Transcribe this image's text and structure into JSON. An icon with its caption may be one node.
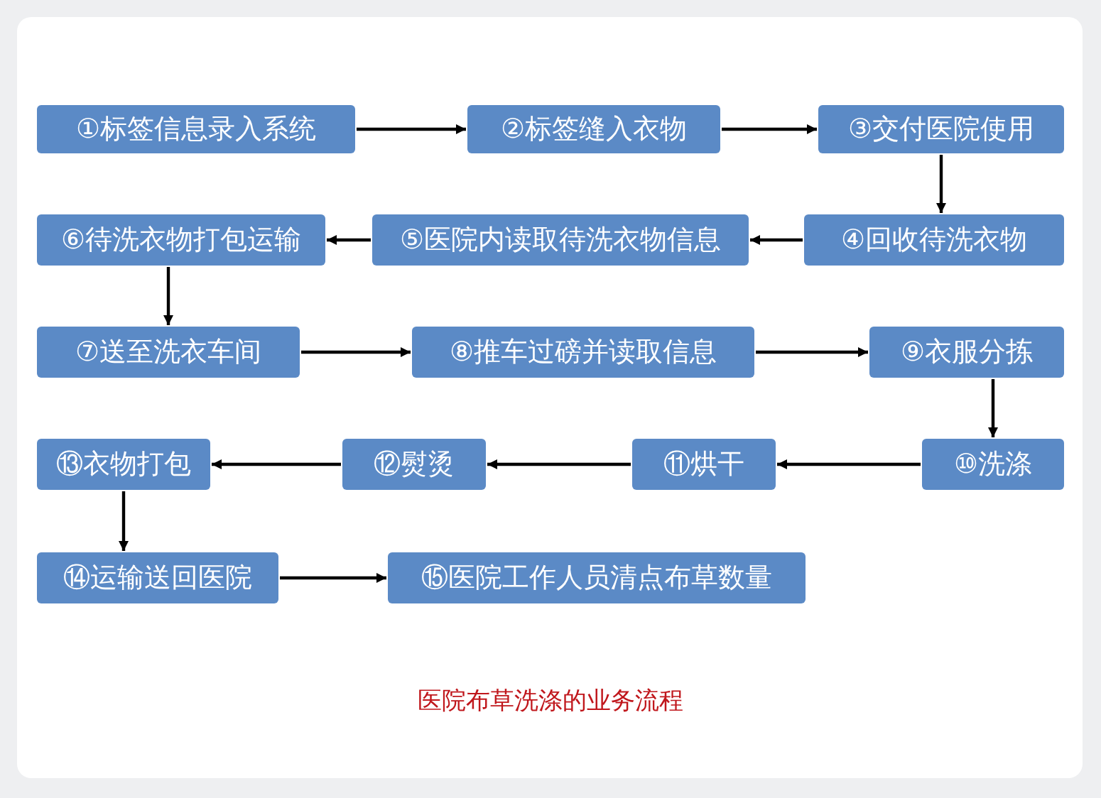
{
  "diagram": {
    "caption": "医院布草洗涤的业务流程",
    "nodes": [
      {
        "text": [
          "①标签信息录入系统"
        ]
      },
      {
        "text": [
          "②标签缝入衣物"
        ]
      },
      {
        "text": [
          "③交付医院使用"
        ]
      },
      {
        "text": [
          "④回收待洗衣物"
        ]
      },
      {
        "text": [
          "⑤医院内读取待洗衣物信息"
        ]
      },
      {
        "text": [
          "⑥待洗衣物打包运输"
        ]
      },
      {
        "text": [
          "⑦送至洗衣车间"
        ]
      },
      {
        "text": [
          "⑧推车过磅并读取信息"
        ]
      },
      {
        "text": [
          "⑨衣服分拣"
        ]
      },
      {
        "text": [
          "⑩洗涤"
        ]
      },
      {
        "text": [
          "⑪烘干"
        ]
      },
      {
        "text": [
          "⑫熨烫"
        ]
      },
      {
        "text": [
          "⑬衣物打包"
        ]
      },
      {
        "text": [
          "⑭运输送回医院"
        ]
      },
      {
        "text": [
          "⑮医院工作人员清点布草数量"
        ]
      }
    ],
    "edges": [
      {
        "from": 0,
        "to": 1,
        "arrow": "to"
      },
      {
        "from": 1,
        "to": 2,
        "arrow": "to"
      },
      {
        "from": 2,
        "to": 3,
        "arrow": "to"
      },
      {
        "from": 3,
        "to": 4,
        "arrow": "to"
      },
      {
        "from": 4,
        "to": 5,
        "arrow": "to"
      },
      {
        "from": 5,
        "to": 6,
        "arrow": "to"
      },
      {
        "from": 6,
        "to": 7,
        "arrow": "to"
      },
      {
        "from": 7,
        "to": 8,
        "arrow": "to"
      },
      {
        "from": 8,
        "to": 9,
        "arrow": "to"
      },
      {
        "from": 9,
        "to": 10,
        "arrow": "to"
      },
      {
        "from": 10,
        "to": 11,
        "arrow": "to"
      },
      {
        "from": 11,
        "to": 12,
        "arrow": "to"
      },
      {
        "from": 12,
        "to": 13,
        "arrow": "to"
      },
      {
        "from": 13,
        "to": 14,
        "arrow": "to"
      }
    ]
  }
}
